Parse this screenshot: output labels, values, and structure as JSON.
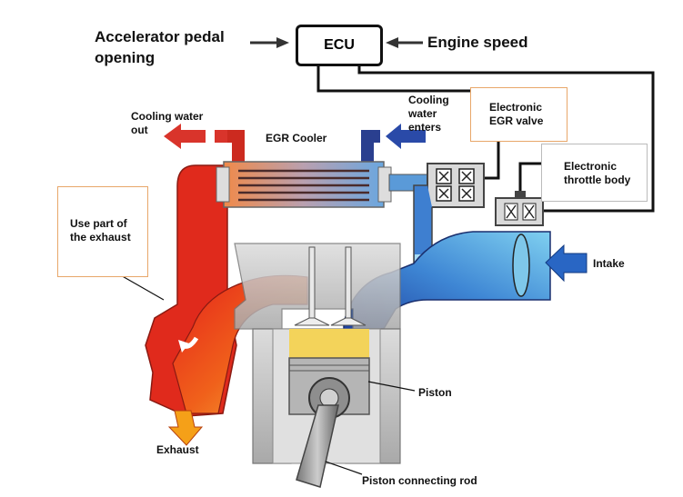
{
  "ecu": {
    "label": "ECU"
  },
  "inputs": {
    "accelerator_line1": "Accelerator pedal",
    "accelerator_line2": "opening",
    "engine_speed": "Engine speed"
  },
  "labels": {
    "cooling_water_out_line1": "Cooling water",
    "cooling_water_out_line2": "out",
    "egr_cooler": "EGR Cooler",
    "cooling_water_enters_line1": "Cooling",
    "cooling_water_enters_line2": "water",
    "cooling_water_enters_line3": "enters",
    "electronic_egr_valve_line1": "Electronic",
    "electronic_egr_valve_line2": "EGR valve",
    "electronic_throttle_line1": "Electronic",
    "electronic_throttle_line2": "throttle body",
    "use_exhaust_line1": "Use part of",
    "use_exhaust_line2": "the exhaust",
    "intake": "Intake",
    "piston": "Piston",
    "exhaust": "Exhaust",
    "piston_rod": "Piston connecting rod"
  },
  "colors": {
    "hot": "#e5231b",
    "warm": "#f59a1e",
    "cool": "#1d4fb0",
    "light_blue": "#5fb8e6",
    "engine_grey": "#c9c9c9",
    "piston_yellow": "#f3d35a"
  }
}
